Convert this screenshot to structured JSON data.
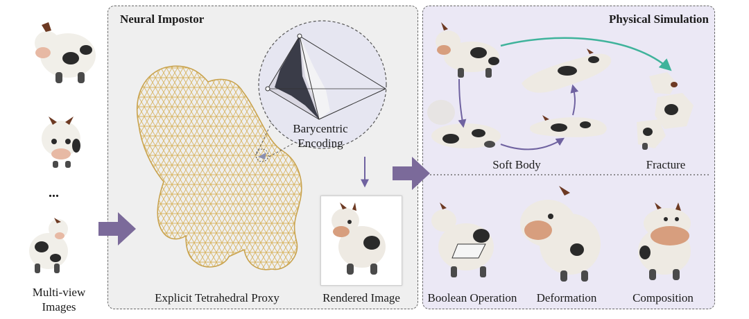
{
  "input": {
    "ellipsis": "...",
    "label_line1": "Multi-view",
    "label_line2": "Images"
  },
  "impostor": {
    "title": "Neural Impostor",
    "proxy_label": "Explicit Tetrahedral Proxy",
    "encoding_line1": "Barycentric",
    "encoding_line2": "Encoding",
    "rendered_label": "Rendered Image"
  },
  "simulation": {
    "title": "Physical Simulation",
    "soft_body": "Soft Body",
    "fracture": "Fracture",
    "boolean": "Boolean Operation",
    "deformation": "Deformation",
    "composition": "Composition"
  },
  "colors": {
    "impostor_bg": "#efefef",
    "simulation_bg": "#ebe8f5",
    "big_arrow": "#7b6a9a",
    "mesh": "#d8b563",
    "teal_arrow": "#3fb39b",
    "purple_arrow": "#6f62a0"
  }
}
